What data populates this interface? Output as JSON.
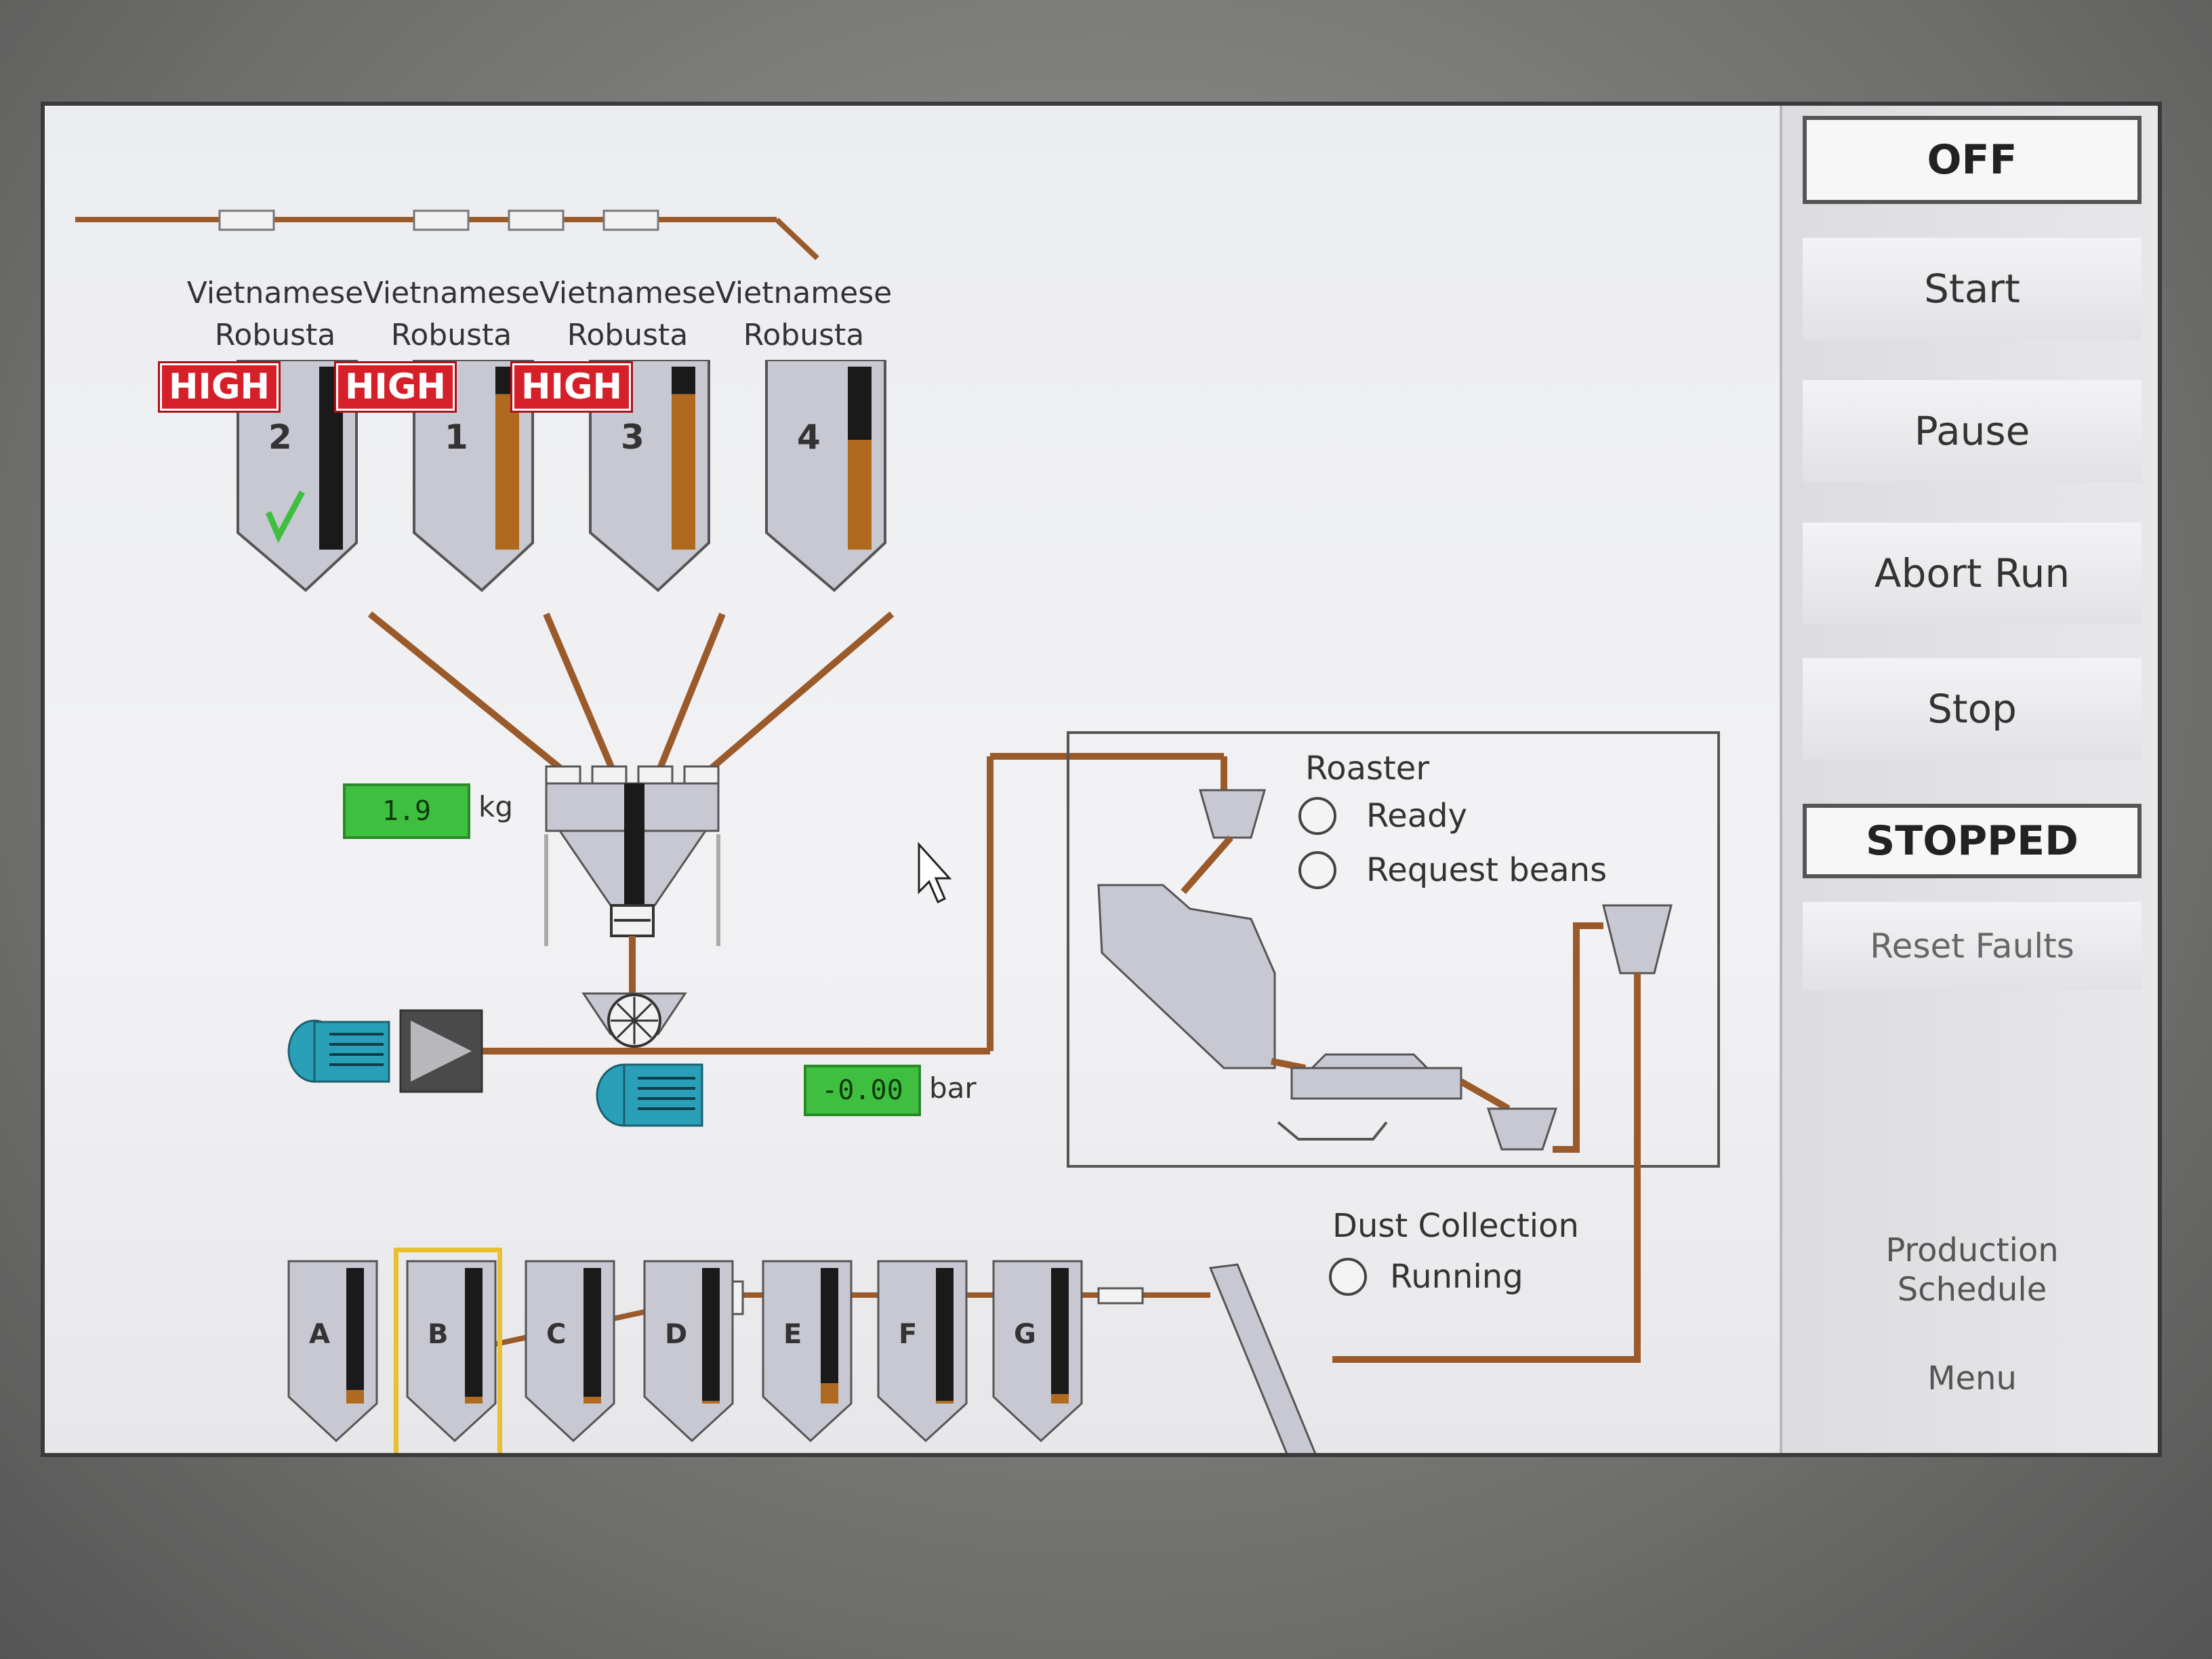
{
  "silos": [
    {
      "label_line1": "Vietnamese",
      "label_line2": "Robusta",
      "number": "2",
      "alarm": "HIGH",
      "selected_check": true,
      "level": 0.0
    },
    {
      "label_line1": "Vietnamese",
      "label_line2": "Robusta",
      "number": "1",
      "alarm": "HIGH",
      "selected_check": false,
      "level": 0.85
    },
    {
      "label_line1": "Vietnamese",
      "label_line2": "Robusta",
      "number": "3",
      "alarm": "HIGH",
      "selected_check": false,
      "level": 0.85
    },
    {
      "label_line1": "Vietnamese",
      "label_line2": "Robusta",
      "number": "4",
      "alarm": "",
      "selected_check": false,
      "level": 0.6
    }
  ],
  "scale": {
    "value": "1.9",
    "unit": "kg"
  },
  "pressure": {
    "value": "-0.00",
    "unit": "bar"
  },
  "roaster": {
    "title": "Roaster",
    "options": [
      "Ready",
      "Request beans"
    ]
  },
  "dust": {
    "title": "Dust Collection",
    "options": [
      "Running"
    ]
  },
  "bins": [
    {
      "letter": "A",
      "level": 0.1,
      "selected": false
    },
    {
      "letter": "B",
      "level": 0.05,
      "selected": true
    },
    {
      "letter": "C",
      "level": 0.05,
      "selected": false
    },
    {
      "letter": "D",
      "level": 0.02,
      "selected": false
    },
    {
      "letter": "E",
      "level": 0.15,
      "selected": false
    },
    {
      "letter": "F",
      "level": 0.02,
      "selected": false
    },
    {
      "letter": "G",
      "level": 0.07,
      "selected": false
    }
  ],
  "panel": {
    "mode": "OFF",
    "start": "Start",
    "pause": "Pause",
    "abort": "Abort Run",
    "stop": "Stop",
    "state": "STOPPED",
    "reset": "Reset Faults",
    "production": "Production Schedule",
    "menu": "Menu"
  },
  "colors": {
    "pipe": "#9a5a2a",
    "alarm": "#d5202a",
    "readout": "#3fbf3f",
    "motor": "#2aa0b8",
    "level_fill": "#b06a20",
    "level_empty": "#1a1a1a",
    "equipment": "#c7c8d2"
  }
}
